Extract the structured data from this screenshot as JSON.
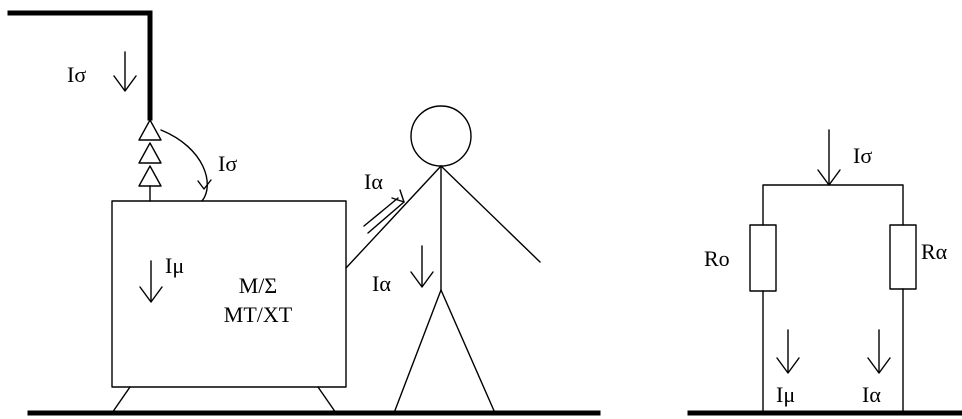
{
  "labels": {
    "i_sigma_top": "Iσ",
    "i_sigma_arc": "Iσ",
    "i_alpha_person": "Iα",
    "i_alpha_lower": "Iα",
    "i_mu_box": "Iμ",
    "box_line1": "M/Σ",
    "box_line2": "MT/XT",
    "i_sigma_circuit": "Iσ",
    "r_o": "Ro",
    "r_alpha": "Rα",
    "i_mu_circuit": "Iμ",
    "i_alpha_circuit": "Iα"
  },
  "colors": {
    "stroke": "#000000",
    "background": "#ffffff"
  }
}
